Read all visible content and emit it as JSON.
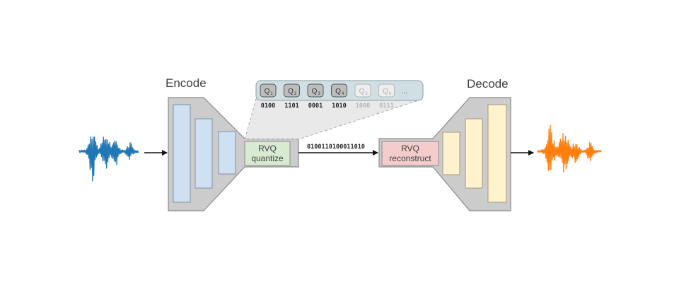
{
  "encoder": {
    "title": "Encode",
    "quantize_box": {
      "line1": "RVQ",
      "line2": "quantize"
    }
  },
  "decoder": {
    "title": "Decode",
    "reconstruct_box": {
      "line1": "RVQ",
      "line2": "reconstruct"
    }
  },
  "codebook": {
    "tokens": [
      {
        "label": "Q",
        "sub": "1",
        "code": "0100",
        "active": true
      },
      {
        "label": "Q",
        "sub": "2",
        "code": "1101",
        "active": true
      },
      {
        "label": "Q",
        "sub": "3",
        "code": "0001",
        "active": true
      },
      {
        "label": "Q",
        "sub": "4",
        "code": "1010",
        "active": true
      },
      {
        "label": "Q",
        "sub": "5",
        "code": "1000",
        "active": false
      },
      {
        "label": "Q",
        "sub": "6",
        "code": "0111",
        "active": false
      }
    ],
    "ellipsis": "..."
  },
  "bitstream": "0100110100011010",
  "colors": {
    "input_wave": "#1f77b4",
    "output_wave": "#ff7f0e",
    "encoder_layer": "#cfe0f3",
    "decoder_layer": "#fff2cc",
    "quantize_fill": "#d9ead3",
    "reconstruct_fill": "#f4cccc",
    "body_fill": "#cccccc"
  }
}
